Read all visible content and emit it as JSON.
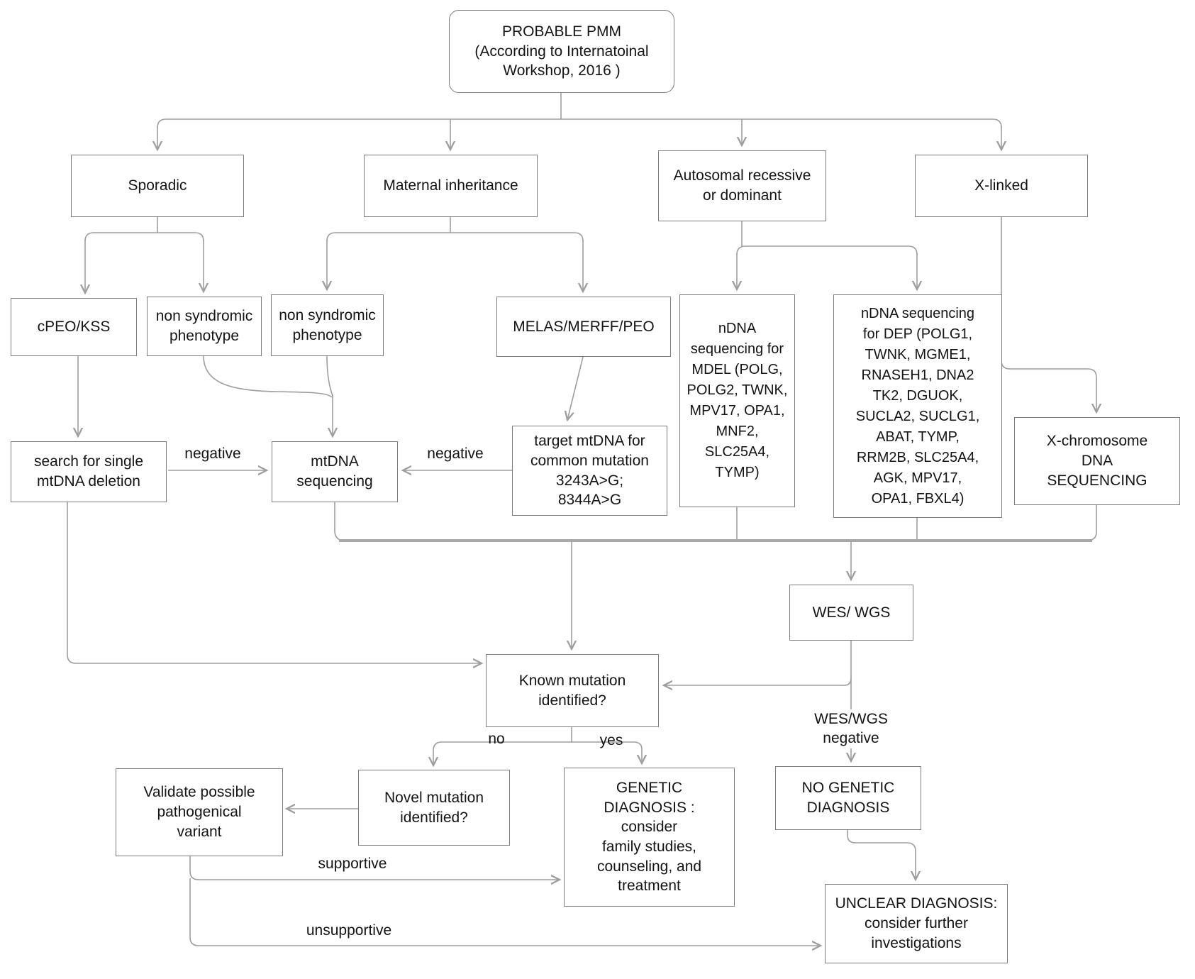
{
  "diagram": {
    "title_node": "PROBABLE PMM\n(According to Internatoinal\nWorkshop, 2016 )",
    "line_color": "#9e9e9e",
    "bus_color": "#a8a8a8",
    "box_border_color": "#7d7d7d",
    "text_color": "#141414",
    "background": "#ffffff"
  },
  "nodes": {
    "pmm": {
      "label": "PROBABLE PMM\n(According to Internatoinal\nWorkshop, 2016 )"
    },
    "sporadic": {
      "label": "Sporadic"
    },
    "maternal": {
      "label": "Maternal inheritance"
    },
    "autosomal": {
      "label": "Autosomal recessive\nor dominant"
    },
    "xlinked": {
      "label": "X-linked"
    },
    "cpeo_kss": {
      "label": "cPEO/KSS"
    },
    "nonsyndromic_sporadic": {
      "label": "non syndromic\nphenotype"
    },
    "nonsyndromic_maternal": {
      "label": "non syndromic\nphenotype"
    },
    "melas": {
      "label": "MELAS/MERFF/PEO"
    },
    "ndna_mdel": {
      "label": "nDNA\nsequencing for\nMDEL (POLG,\nPOLG2, TWNK,\nMPV17, OPA1,\nMNF2, SLC25A4,\nTYMP)"
    },
    "ndna_dep": {
      "label": "nDNA sequencing\nfor DEP (POLG1,\nTWNK, MGME1,\nRNASEH1, DNA2\nTK2, DGUOK,\nSUCLA2, SUCLG1,\nABAT, TYMP,\nRRM2B, SLC25A4,\nAGK, MPV17,\nOPA1, FBXL4)"
    },
    "xchromosome": {
      "label": "X-chromosome\nDNA\nSEQUENCING"
    },
    "search_deletion": {
      "label": "search for single\nmtDNA deletion"
    },
    "mtdna_sequencing": {
      "label": "mtDNA\nsequencing"
    },
    "target_mtdna": {
      "label": "target mtDNA for\ncommon mutation\n3243A>G;\n8344A>G"
    },
    "wes_wgs": {
      "label": "WES/ WGS"
    },
    "known_mutation": {
      "label": "Known mutation\nidentified?"
    },
    "no_genetic": {
      "label": "NO GENETIC\nDIAGNOSIS"
    },
    "novel_mutation": {
      "label": "Novel mutation\nidentified?"
    },
    "genetic_diagnosis": {
      "label": "GENETIC\nDIAGNOSIS :\nconsider\nfamily studies,\ncounseling, and\ntreatment"
    },
    "validate_variant": {
      "label": "Validate possible\npathogenical\nvariant"
    },
    "unclear_diagnosis": {
      "label": "UNCLEAR DIAGNOSIS:\nconsider further\ninvestigations"
    }
  },
  "edge_labels": {
    "negative_left": "negative",
    "negative_right": "negative",
    "no": "no",
    "yes": "yes",
    "wes_wgs_negative": "WES/WGS\nnegative",
    "supportive": "supportive",
    "unsupportive": "unsupportive"
  }
}
